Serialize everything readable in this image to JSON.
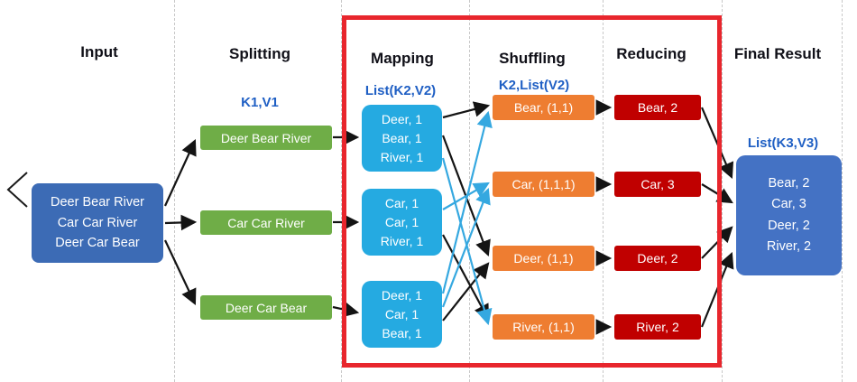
{
  "headers": {
    "input": "Input",
    "splitting": "Splitting",
    "mapping": "Mapping",
    "shuffling": "Shuffling",
    "reducing": "Reducing",
    "final": "Final Result"
  },
  "subheaders": {
    "splitting": "K1,V1",
    "mapping": "List(K2,V2)",
    "shuffling": "K2,List(V2)",
    "final": "List(K3,V3)"
  },
  "input": {
    "lines": [
      "Deer Bear River",
      "Car Car River",
      "Deer Car Bear"
    ]
  },
  "splitting": {
    "boxes": [
      "Deer Bear River",
      "Car Car River",
      "Deer Car Bear"
    ]
  },
  "mapping": {
    "boxes": [
      {
        "lines": [
          "Deer, 1",
          "Bear, 1",
          "River, 1"
        ]
      },
      {
        "lines": [
          "Car, 1",
          "Car, 1",
          "River, 1"
        ]
      },
      {
        "lines": [
          "Deer, 1",
          "Car, 1",
          "Bear, 1"
        ]
      }
    ]
  },
  "shuffling": {
    "boxes": [
      "Bear, (1,1)",
      "Car, (1,1,1)",
      "Deer, (1,1)",
      "River, (1,1)"
    ]
  },
  "reducing": {
    "boxes": [
      "Bear, 2",
      "Car, 3",
      "Deer, 2",
      "River, 2"
    ]
  },
  "final": {
    "lines": [
      "Bear, 2",
      "Car, 3",
      "Deer, 2",
      "River, 2"
    ]
  },
  "colors": {
    "input_box": "#3c6bb5",
    "split_box": "#6fad47",
    "map_box": "#25aae1",
    "shuffle_box": "#ee7d31",
    "reduce_box": "#c00000",
    "final_box": "#4472c4",
    "frame": "#e8262d",
    "subheader_text": "#1f5fc4",
    "arrow_black": "#141414",
    "arrow_blue": "#35a8e0"
  }
}
